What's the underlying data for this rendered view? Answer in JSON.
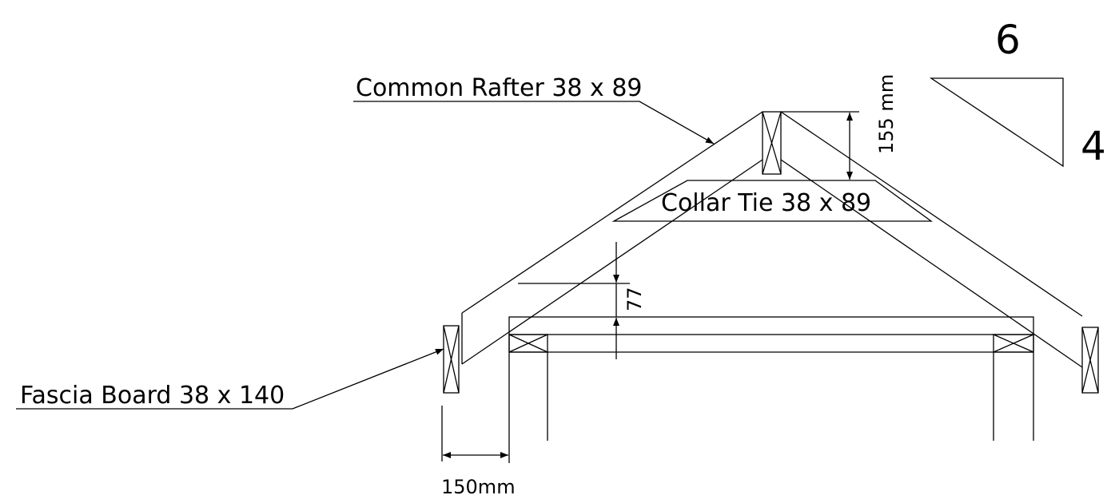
{
  "labels": {
    "common_rafter": "Common Rafter 38 x 89",
    "collar_tie": "Collar Tie 38 x 89",
    "fascia_board": "Fascia Board 38 x 140",
    "overhang": "150mm",
    "ridge_height": "155 mm",
    "heel_height": "77"
  },
  "slope": {
    "run": "6",
    "rise": "4"
  },
  "colors": {
    "line": "#000000",
    "background": "#ffffff"
  }
}
